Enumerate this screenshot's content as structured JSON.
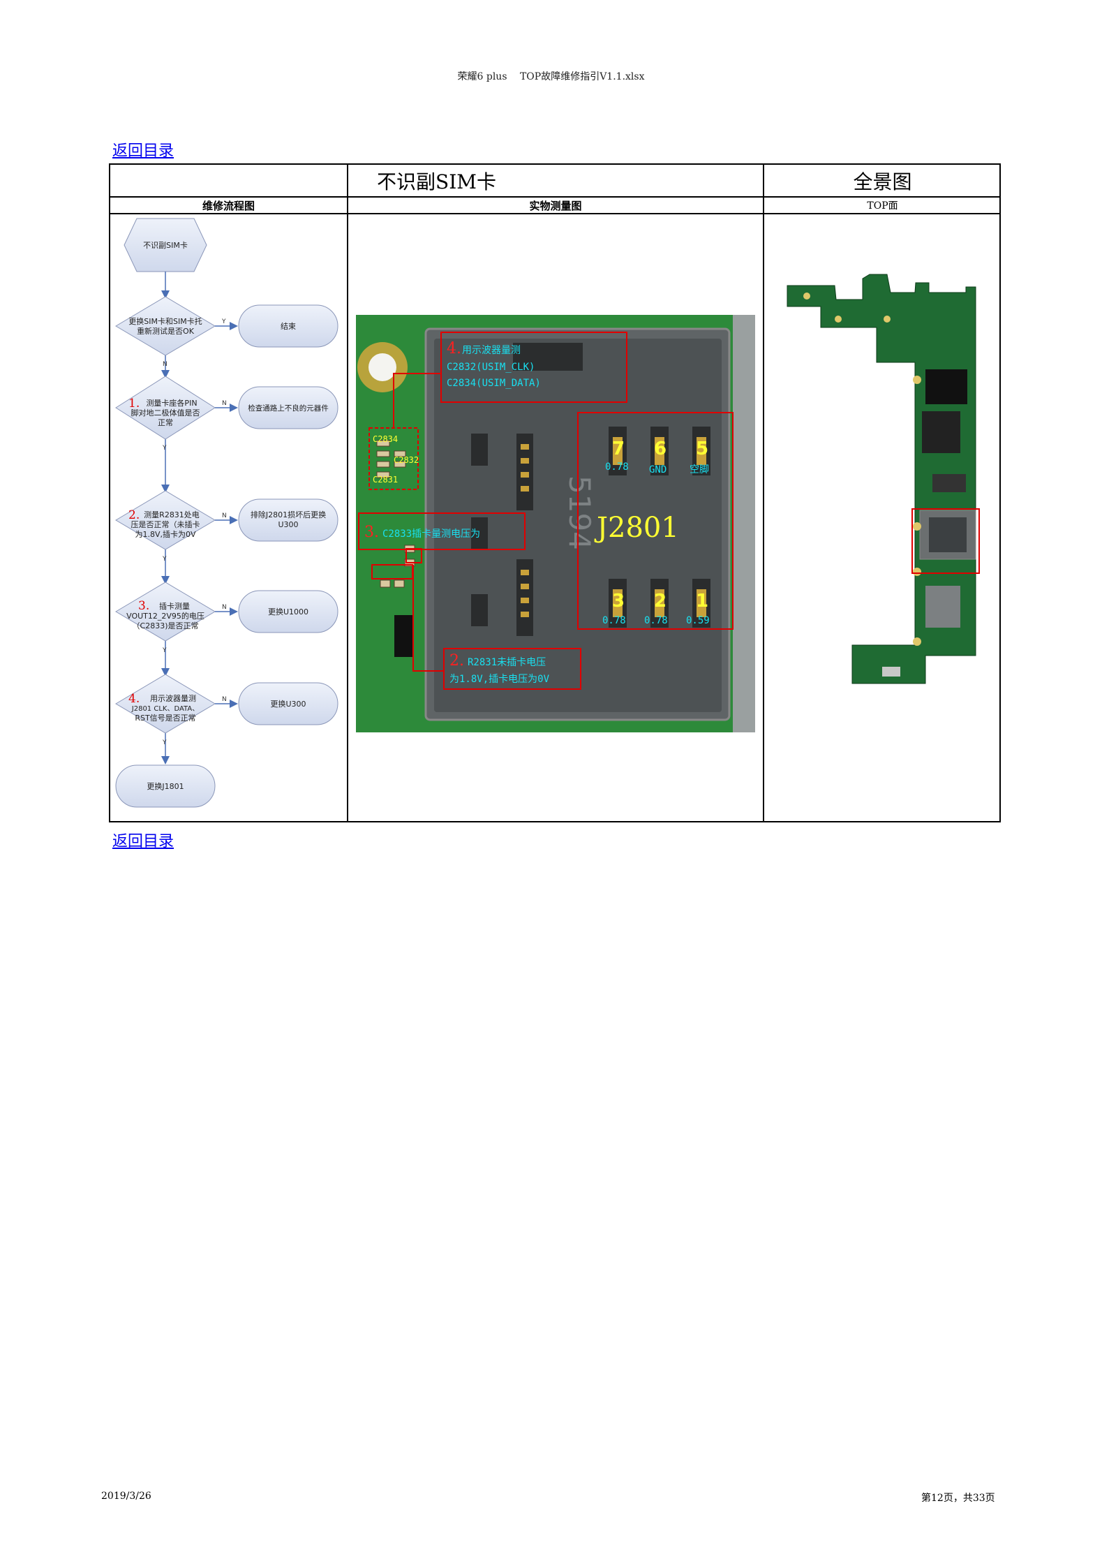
{
  "header": {
    "title": "荣耀6 plus　 TOP故障维修指引V1.1.xlsx"
  },
  "nav": {
    "back_top": "返回目录",
    "back_bottom": "返回目录"
  },
  "table": {
    "title_main": "不识副SIM卡",
    "title_panorama": "全景图",
    "col_flow": "维修流程图",
    "col_photo": "实物测量图",
    "col_top": "TOP面"
  },
  "flowchart": {
    "start": "不识副SIM卡",
    "step0": {
      "line1": "更换SIM卡和SIM卡托",
      "line2": "重新测试是否OK",
      "yes": "结束"
    },
    "step1": {
      "num": "1.",
      "line1": "测量卡座各PIN",
      "line2": "脚对地二极体值是否",
      "line3": "正常",
      "no": "检查通路上不良的元器件"
    },
    "step2": {
      "num": "2.",
      "line1": "测量R2831处电",
      "line2": "压是否正常（未插卡",
      "line3": "为1.8V,插卡为0V",
      "no_line1": "排除J2801损坏后更换",
      "no_line2": "U300"
    },
    "step3": {
      "num": "3.",
      "line1": "插卡测量",
      "line2": "VOUT12_2V95的电压",
      "line3": "（C2833)是否正常",
      "no": "更换U1000"
    },
    "step4": {
      "num": "4.",
      "line1": "用示波器量测",
      "line2": "J2801 CLK、DATA、",
      "line3": "RST信号是否正常",
      "no": "更换U300"
    },
    "end": "更换J1801",
    "label_y": "Y",
    "label_n": "N"
  },
  "photo": {
    "note4_num": "4.",
    "note4_line1": "用示波器量测",
    "note4_line2": "C2832(USIM_CLK)",
    "note4_line3": "C2834(USIM_DATA)",
    "note3_num": "3.",
    "note3_text": "C2833插卡量测电压为",
    "note2_num": "2.",
    "note2_line1": "R2831未插卡电压",
    "note2_line2": "为1.8V,插卡电压为0V",
    "c2834": "C2834",
    "c2832": "C2832",
    "c2831": "C2831",
    "connector": "J2801",
    "pins_top": [
      {
        "num": "7",
        "val": "0.78"
      },
      {
        "num": "6",
        "val": "GND"
      },
      {
        "num": "5",
        "val": "空脚"
      }
    ],
    "pins_bottom": [
      {
        "num": "3",
        "val": "0.78"
      },
      {
        "num": "2",
        "val": "0.78"
      },
      {
        "num": "1",
        "val": "0.59"
      }
    ],
    "silk": "5194"
  },
  "footer": {
    "date": "2019/3/26",
    "page": "第12页，共33页"
  },
  "colors": {
    "flow_fill": "#dde4f2",
    "flow_stroke": "#8a96b8",
    "arrow": "#4a6fb5",
    "pcb_green": "#2d8a3a",
    "highlight_red": "#e00000",
    "text_cyan": "#19e0f0",
    "text_yellow": "#ffff33"
  }
}
